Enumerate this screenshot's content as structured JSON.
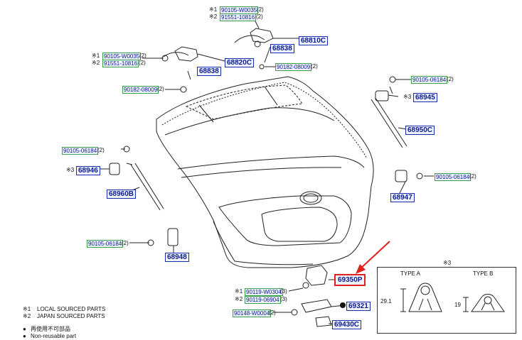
{
  "callouts": [
    {
      "id": "top1",
      "mark": "※1",
      "part": "90105-W0035",
      "qty": "(2)"
    },
    {
      "id": "top2",
      "mark": "※2",
      "part": "91551-10816",
      "qty": "(2)"
    },
    {
      "id": "left1",
      "mark": "※1",
      "part": "90105-W0035",
      "qty": "(2)"
    },
    {
      "id": "left2",
      "mark": "※2",
      "part": "91551-10816",
      "qty": "(2)"
    },
    {
      "id": "mid_clip",
      "mark": "",
      "part": "90182-08009",
      "qty": "(2)"
    },
    {
      "id": "left_clip",
      "mark": "",
      "part": "90182-08009",
      "qty": "(2)"
    },
    {
      "id": "right_bolt_top",
      "mark": "",
      "part": "90105-06184",
      "qty": "(2)"
    },
    {
      "id": "left_bolt_top",
      "mark": "",
      "part": "90105-06184",
      "qty": "(2)"
    },
    {
      "id": "right_bolt_low",
      "mark": "",
      "part": "90105-06184",
      "qty": "(2)"
    },
    {
      "id": "left_bolt_low",
      "mark": "",
      "part": "90105-06184",
      "qty": "(2)"
    },
    {
      "id": "lock1",
      "mark": "※1",
      "part": "90119-W0304",
      "qty": "(3)"
    },
    {
      "id": "lock2",
      "mark": "※2",
      "part": "90119-06904",
      "qty": "(3)"
    },
    {
      "id": "lock3",
      "mark": "",
      "part": "90148-W0004",
      "qty": "(2)"
    }
  ],
  "codes": {
    "c68810C": "68810C",
    "c68838a": "68838",
    "c68820C": "68820C",
    "c68838b": "68838",
    "c68945": "68945",
    "c68950C": "68950C",
    "c68946": "68946",
    "c68960B": "68960B",
    "c68947": "68947",
    "c68948": "68948",
    "c69350P": "69350P",
    "c69321": "69321",
    "c69430C": "69430C"
  },
  "marks": {
    "m3_right": "※3",
    "m3_left": "※3",
    "m3_box": "※3"
  },
  "legend": [
    {
      "mark": "※1",
      "text": "LOCAL SOURCED PARTS"
    },
    {
      "mark": "※2",
      "text": "JAPAN SOURCED PARTS"
    },
    {
      "mark": "●",
      "text": "再使用不可部品"
    },
    {
      "mark": "●",
      "text": "Non-reusable part"
    }
  ],
  "type_box": {
    "type_a": "TYPE A",
    "type_b": "TYPE B",
    "dim_a": "29.1",
    "dim_b": "19"
  },
  "colors": {
    "code_text": "#0a1a8c",
    "code_border": "#1a2db0",
    "part_border": "#3aa04a",
    "highlight": "#e0201a",
    "line": "#222222"
  }
}
